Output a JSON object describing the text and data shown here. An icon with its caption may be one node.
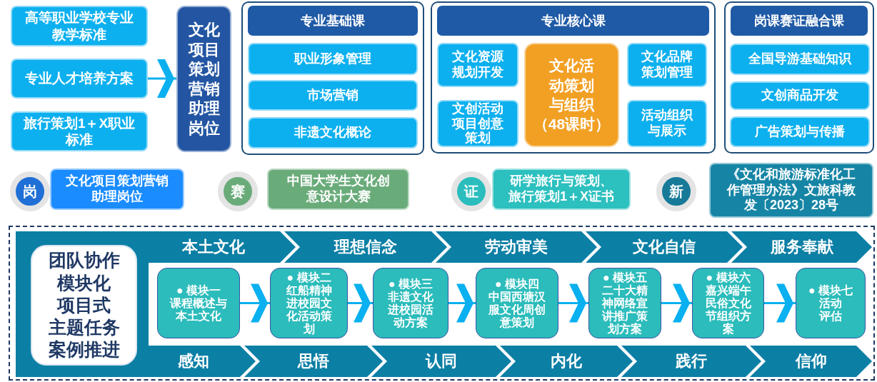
{
  "diagram": {
    "nodes": [
      {
        "text": [
          "高等职业学校专业教学标准"
        ]
      },
      {
        "text": [
          "专业人才培养方案"
        ]
      },
      {
        "text": [
          "旅行策划1＋X职业标准"
        ]
      },
      {
        "text": [
          "文化项目策划营销助理岗位"
        ]
      },
      {
        "text": [
          "专业基础课"
        ]
      },
      {
        "text": [
          "职业形象管理"
        ],
        "in": 4
      },
      {
        "text": [
          "市场营销"
        ],
        "in": 4
      },
      {
        "text": [
          "非遗文化概论"
        ],
        "in": 4
      },
      {
        "text": [
          "专业核心课"
        ]
      },
      {
        "text": [
          "文化资源规划开发"
        ],
        "in": 8
      },
      {
        "text": [
          "文创活动项目创意策划"
        ],
        "in": 8
      },
      {
        "text": [
          "文化活动策划与组织",
          "（48课时）"
        ],
        "in": 8
      },
      {
        "text": [
          "文化品牌策划管理"
        ],
        "in": 8
      },
      {
        "text": [
          "活动组织与展示"
        ],
        "in": 8
      },
      {
        "text": [
          "岗课赛证融合课"
        ]
      },
      {
        "text": [
          "全国导游基础知识"
        ],
        "in": 14
      },
      {
        "text": [
          "文创商品开发"
        ],
        "in": 14
      },
      {
        "text": [
          "广告策划与传播"
        ],
        "in": 14
      },
      {
        "text": [
          "岗"
        ]
      },
      {
        "text": [
          "文化项目策划营销助理岗位"
        ]
      },
      {
        "text": [
          "赛"
        ]
      },
      {
        "text": [
          "中国大学生文化创意设计大赛"
        ]
      },
      {
        "text": [
          "证"
        ]
      },
      {
        "text": [
          "研学旅行与策划、旅行策划1＋X证书"
        ]
      },
      {
        "text": [
          "新"
        ]
      },
      {
        "text": [
          "《文化和旅游标准化工作管理办法》文旅科教发〔2023〕28号"
        ]
      },
      {
        "text": [
          "团队协作",
          "模块化",
          "项目式",
          "主题任务",
          "案例推进"
        ]
      },
      {
        "text": [
          "本土文化"
        ]
      },
      {
        "text": [
          "理想信念"
        ]
      },
      {
        "text": [
          "劳动审美"
        ]
      },
      {
        "text": [
          "文化自信"
        ]
      },
      {
        "text": [
          "服务奉献"
        ]
      },
      {
        "text": [
          "● 模块一",
          "课程概述与本土文化"
        ]
      },
      {
        "text": [
          "● 模块二",
          "红船精神进校园文化活动策划"
        ]
      },
      {
        "text": [
          "● 模块三",
          "非遗文化进校园活动方案"
        ]
      },
      {
        "text": [
          "● 模块四",
          "中国西塘汉服文化周创意策划"
        ]
      },
      {
        "text": [
          "● 模块五",
          "二十大精神网络宣讲推广策划方案"
        ]
      },
      {
        "text": [
          "● 模块六",
          "嘉兴端午民俗文化节组织方案"
        ]
      },
      {
        "text": [
          "● 模块七",
          "活动评估"
        ]
      },
      {
        "text": [
          "感知"
        ]
      },
      {
        "text": [
          "思悟"
        ]
      },
      {
        "text": [
          "认同"
        ]
      },
      {
        "text": [
          "内化"
        ]
      },
      {
        "text": [
          "践行"
        ]
      },
      {
        "text": [
          "信仰"
        ]
      }
    ],
    "edges": [
      {
        "from": 1,
        "to": 3,
        "arrow": "to"
      },
      {
        "from": 32,
        "to": 33,
        "arrow": "to"
      },
      {
        "from": 33,
        "to": 34,
        "arrow": "to"
      },
      {
        "from": 34,
        "to": 35,
        "arrow": "to"
      },
      {
        "from": 35,
        "to": 36,
        "arrow": "to"
      },
      {
        "from": 36,
        "to": 37,
        "arrow": "to"
      },
      {
        "from": 37,
        "to": 38,
        "arrow": "to"
      }
    ]
  }
}
